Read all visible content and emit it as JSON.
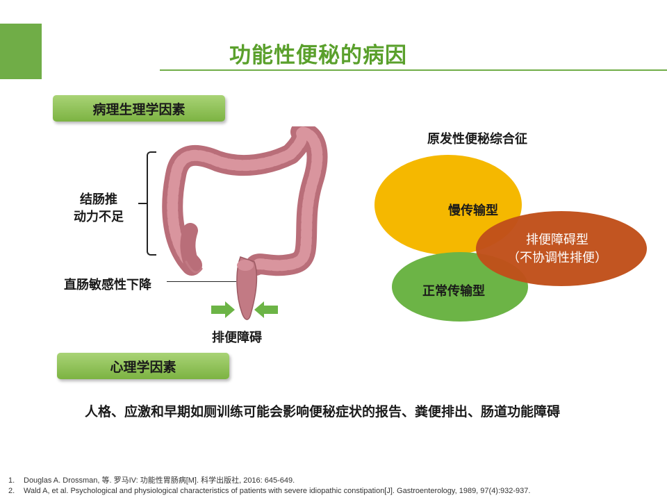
{
  "slide": {
    "title": "功能性便秘的病因",
    "section_physio": "病理生理学因素",
    "section_psych": "心理学因素",
    "colon_label": "结肠推\n动力不足",
    "rectum_label": "直肠敏感性下降",
    "obstruction_label": "排便障碍",
    "syndrome_title": "原发性便秘综合征",
    "venn": {
      "slow": "慢传输型",
      "normal": "正常传输型",
      "defecation_line1": "排便障碍型",
      "defecation_line2": "（不协调性排便）"
    },
    "summary": "人格、应激和早期如厕训练可能会影响便秘症状的报告、粪便排出、肠道功能障碍",
    "references": [
      {
        "num": "1.",
        "text": "Douglas A. Drossman, 等. 罗马IV: 功能性胃肠病[M]. 科学出版社, 2016: 645-649."
      },
      {
        "num": "2.",
        "text": "Wald A, et al. Psychological and physiological characteristics of patients with severe idiopathic constipation[J]. Gastroenterology, 1989, 97(4):932-937."
      }
    ]
  },
  "colors": {
    "accent_green": "#70ad47",
    "title_green": "#5aa02c",
    "slow_yellow": "#f5b800",
    "normal_green": "#6cb446",
    "defecation_orange": "#c0501a",
    "colon_pink": "#c27a84",
    "arrow_green": "#6cb446"
  }
}
